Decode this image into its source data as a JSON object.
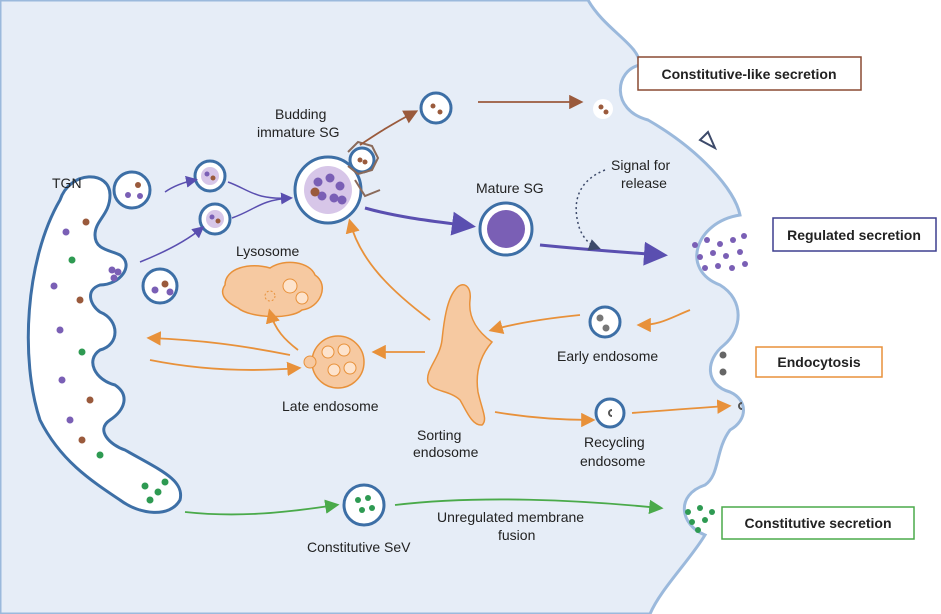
{
  "labels": {
    "tgn": "TGN",
    "budding_line1": "Budding",
    "budding_line2": "immature SG",
    "mature_sg": "Mature SG",
    "signal_line1": "Signal for",
    "signal_line2": "release",
    "lysosome": "Lysosome",
    "late_endosome": "Late endosome",
    "sorting_line1": "Sorting",
    "sorting_line2": "endosome",
    "early_endosome": "Early endosome",
    "recycling_line1": "Recycling",
    "recycling_line2": "endosome",
    "constitutive_sev": "Constitutive SeV",
    "unregulated_line1": "Unregulated membrane",
    "unregulated_line2": "fusion"
  },
  "boxes": {
    "constitutive_like": "Constitutive-like secretion",
    "regulated": "Regulated secretion",
    "endocytosis": "Endocytosis",
    "constitutive": "Constitutive secretion"
  },
  "colors": {
    "cytoplasm": "#e6edf7",
    "membrane": "#9bb9dc",
    "membrane_dark": "#3d6fa6",
    "purple": "#7a5fb5",
    "brown": "#9a5a3c",
    "green": "#2e9a52",
    "orange": "#e8913a",
    "endosome_fill": "#f6c9a1",
    "box_constitutive_like": "#8a4a32",
    "box_regulated": "#3d3f8f",
    "box_endocytosis": "#e8913a",
    "box_constitutive": "#4aaa4a"
  }
}
